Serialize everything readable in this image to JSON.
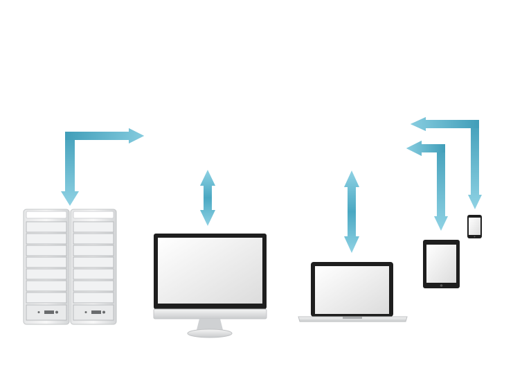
{
  "diagram": {
    "nodes": [
      {
        "id": "server",
        "icon": "server-rack-icon"
      },
      {
        "id": "desktop",
        "icon": "desktop-monitor-icon"
      },
      {
        "id": "laptop",
        "icon": "laptop-icon"
      },
      {
        "id": "tablet",
        "icon": "tablet-icon"
      },
      {
        "id": "phone",
        "icon": "smartphone-icon"
      }
    ],
    "connectors": [
      {
        "from": "server",
        "direction": "up-then-right"
      },
      {
        "from": "desktop",
        "direction": "bidirectional-vertical"
      },
      {
        "from": "laptop",
        "direction": "bidirectional-vertical"
      },
      {
        "from": "tablet",
        "direction": "up-then-left"
      },
      {
        "from": "phone",
        "direction": "up-then-left"
      }
    ]
  },
  "colors": {
    "arrow_light": "#7ec8dc",
    "arrow_dark": "#3f9db8",
    "device_frame": "#222222",
    "device_silver": "#d9dbdd",
    "screen": "#f2f2f2"
  }
}
